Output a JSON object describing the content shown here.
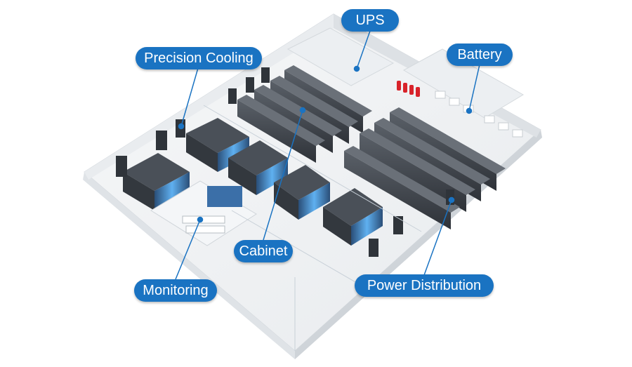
{
  "labels": {
    "ups": "UPS",
    "precision_cooling": "Precision Cooling",
    "battery": "Battery",
    "cabinet": "Cabinet",
    "monitoring": "Monitoring",
    "power_distribution": "Power Distribution"
  },
  "colors": {
    "callout": "#1a73c2",
    "floor": "#f1f3f5",
    "wall": "#e4e7ea",
    "rack_dark": "#3a3f46",
    "rack_light": "#5a6068",
    "containment_glow": "#4da3e8",
    "fire_suppression": "#d8232a"
  }
}
